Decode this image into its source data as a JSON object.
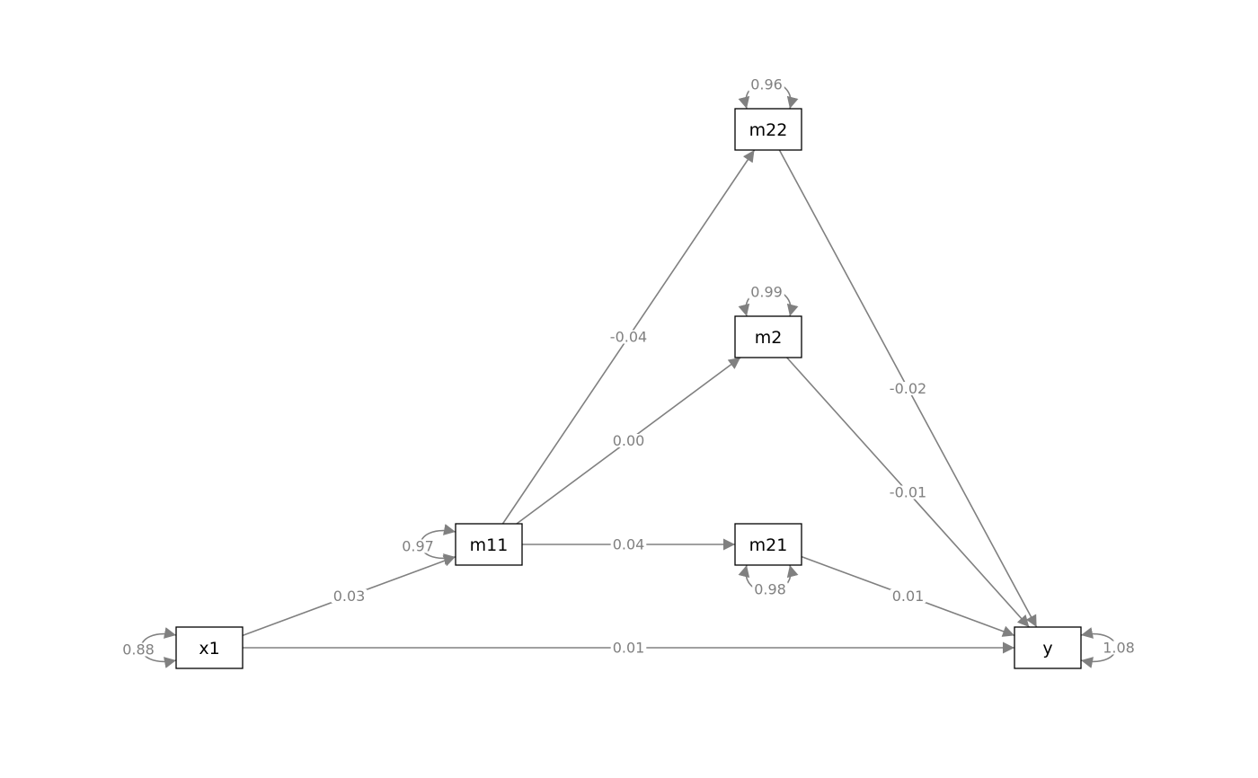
{
  "colors": {
    "edge": "#808080",
    "node_border": "#000000",
    "node_fill": "#ffffff",
    "background": "#ffffff"
  },
  "nodes": {
    "x1": {
      "label": "x1"
    },
    "m11": {
      "label": "m11"
    },
    "m22": {
      "label": "m22"
    },
    "m2": {
      "label": "m2"
    },
    "m21": {
      "label": "m21"
    },
    "y": {
      "label": "y"
    }
  },
  "paths": [
    {
      "from": "x1",
      "to": "m11",
      "coef": "0.03"
    },
    {
      "from": "x1",
      "to": "y",
      "coef": "0.01"
    },
    {
      "from": "m11",
      "to": "m22",
      "coef": "-0.04"
    },
    {
      "from": "m11",
      "to": "m2",
      "coef": "0.00"
    },
    {
      "from": "m11",
      "to": "m21",
      "coef": "0.04"
    },
    {
      "from": "m22",
      "to": "y",
      "coef": "-0.02"
    },
    {
      "from": "m2",
      "to": "y",
      "coef": "-0.01"
    },
    {
      "from": "m21",
      "to": "y",
      "coef": "0.01"
    }
  ],
  "variances": [
    {
      "node": "x1",
      "value": "0.88"
    },
    {
      "node": "m11",
      "value": "0.97"
    },
    {
      "node": "m22",
      "value": "0.96"
    },
    {
      "node": "m2",
      "value": "0.99"
    },
    {
      "node": "m21",
      "value": "0.98"
    },
    {
      "node": "y",
      "value": "1.08"
    }
  ]
}
